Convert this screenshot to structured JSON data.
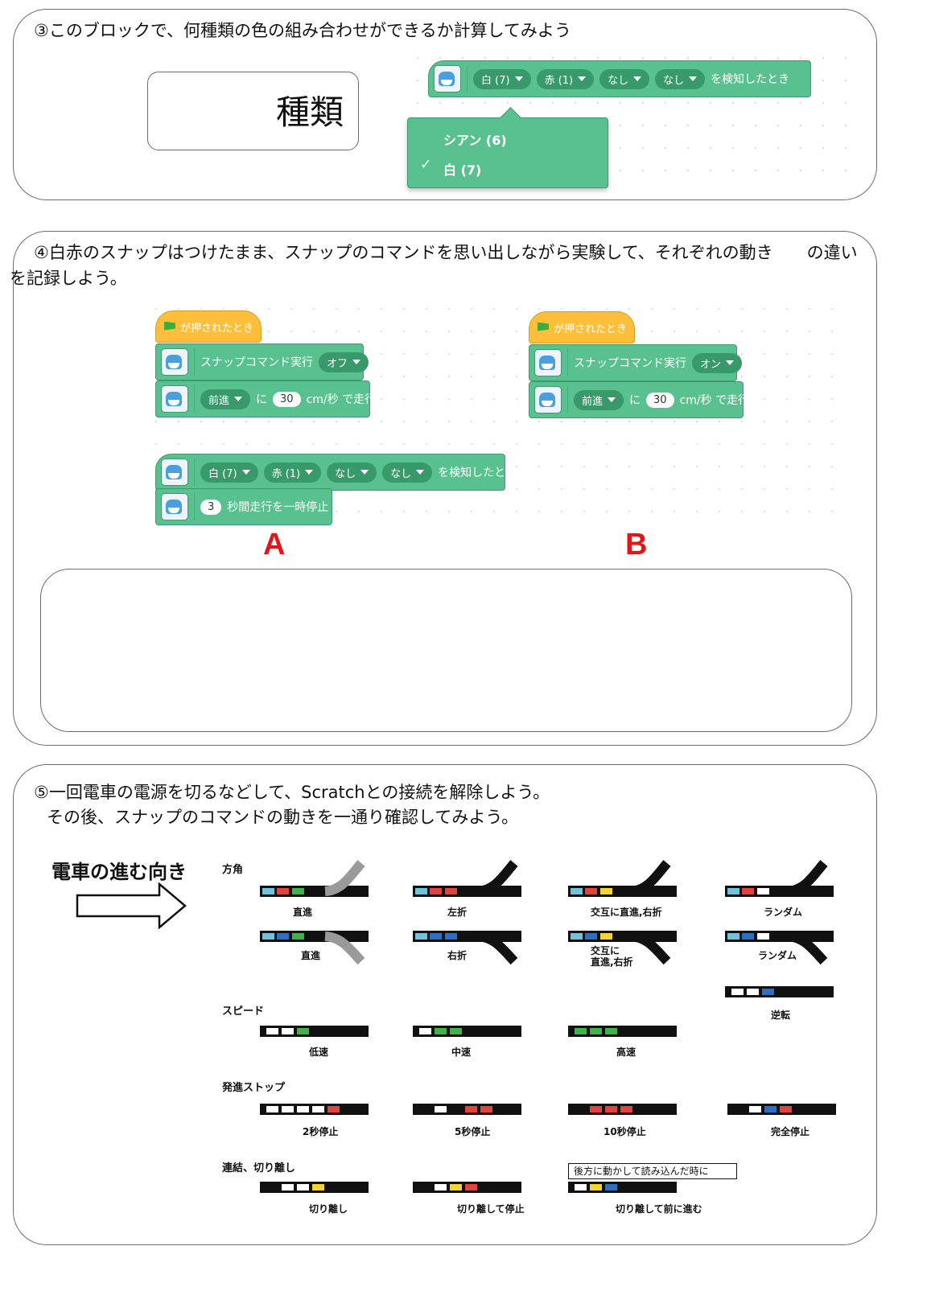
{
  "section3": {
    "title": "③このブロックで、何種類の色の組み合わせができるか計算してみよう",
    "answer_unit": "種類",
    "block": {
      "drop1": "白 (7)",
      "drop2": "赤 (1)",
      "drop3": "なし",
      "drop4": "なし",
      "suffix": "を検知したとき"
    },
    "popup": {
      "option1": "シアン (6)",
      "option2": "白 (7)",
      "checkmark": "✓"
    }
  },
  "section4": {
    "line1": "④白赤のスナップはつけたまま、スナップのコマンドを思い出しながら実験して、それぞれの動き　　の違い",
    "line2": "を記録しよう。",
    "flag_hat": "が押されたとき",
    "snap_cmd": "スナップコマンド実行",
    "off": "オフ",
    "on": "オン",
    "forward": "前進",
    "ni": "に",
    "speed": "30",
    "speed_suffix": "cm/秒 で走行",
    "detect": {
      "drop1": "白 (7)",
      "drop2": "赤 (1)",
      "drop3": "なし",
      "drop4": "なし",
      "suffix": "を検知したとき"
    },
    "pause_num": "3",
    "pause_text": "秒間走行を一時停止",
    "label_a": "A",
    "label_b": "B"
  },
  "section5": {
    "line1": "⑤一回電車の電源を切るなどして、Scratchとの接続を解除しよう。",
    "line2": "その後、スナップのコマンドの動きを一通り確認してみよう。",
    "direction_label": "電車の進む向き",
    "chart": {
      "direction_heading": "方角",
      "direction_items": [
        "直進",
        "左折",
        "交互に直進,右折",
        "ランダム",
        "直進",
        "右折",
        "交互に\n直進,右折",
        "ランダム"
      ],
      "speed_heading": "スピード",
      "speed_items": [
        "低速",
        "中速",
        "高速",
        "逆転"
      ],
      "stop_heading": "発進ストップ",
      "stop_items": [
        "2秒停止",
        "5秒停止",
        "10秒停止",
        "完全停止"
      ],
      "couple_heading": "連結、切り離し",
      "couple_items": [
        "切り離し",
        "切り離して停止",
        "切り離して前に進む"
      ],
      "couple_note": "後方に動かして読み込んだ時に"
    }
  },
  "colors": {
    "block_green": "#59c08f",
    "event_yellow": "#ffbf3a",
    "label_red": "#e0161b"
  }
}
